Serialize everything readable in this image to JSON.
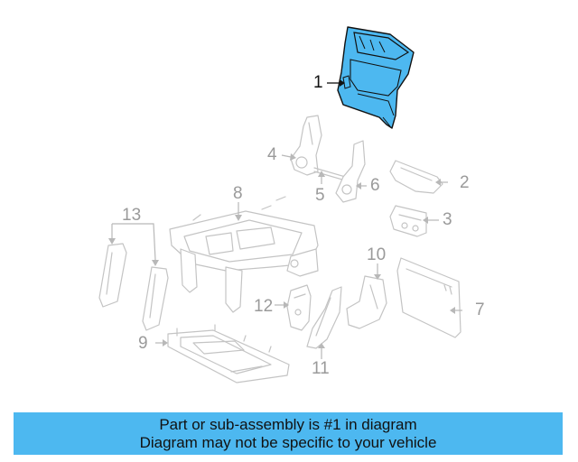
{
  "callouts": {
    "c1": "1",
    "c2": "2",
    "c3": "3",
    "c4": "4",
    "c5": "5",
    "c6": "6",
    "c7": "7",
    "c8": "8",
    "c9": "9",
    "c10": "10",
    "c11": "11",
    "c12": "12",
    "c13": "13"
  },
  "banner": {
    "line1": "Part or sub-assembly is #1 in diagram",
    "line2": "Diagram may not be specific to your vehicle"
  },
  "colors": {
    "highlight": "#4db8f0",
    "banner_bg": "#4db8f0",
    "line_gray": "#c4c4c4",
    "callout_gray": "#9a9a9a"
  }
}
